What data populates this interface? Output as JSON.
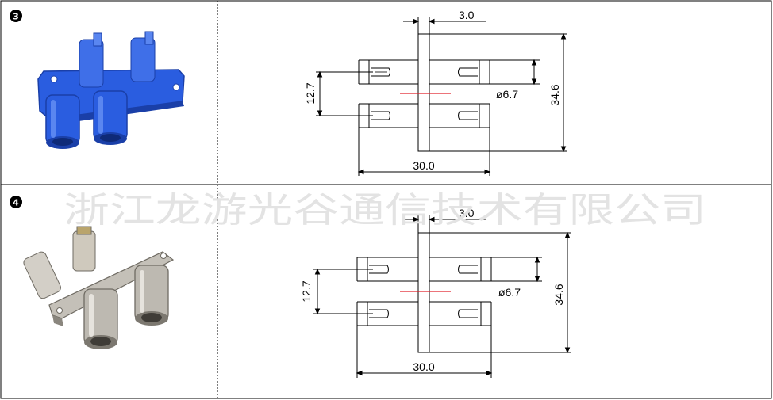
{
  "rows": [
    {
      "label": "③",
      "colors": {
        "body": "#2a5de0",
        "body_dark": "#1a3fa8",
        "body_light": "#5a86f0"
      },
      "dims": {
        "thickness": "3.0",
        "pitch": "12.7",
        "diameter": "ø6.7",
        "height": "34.6",
        "length": "30.0"
      }
    },
    {
      "label": "④",
      "colors": {
        "body": "#b8b4ac",
        "body_dark": "#6f6b63",
        "body_light": "#e6e3dd"
      },
      "dims": {
        "thickness": "3.0",
        "pitch": "12.7",
        "diameter": "ø6.7",
        "height": "34.6",
        "length": "30.0"
      }
    }
  ],
  "watermark": "浙江龙游光谷通信技术有限公司",
  "colors": {
    "line": "#000000",
    "center_mark": "#e0202a",
    "watermark": "#e3e3e3"
  }
}
